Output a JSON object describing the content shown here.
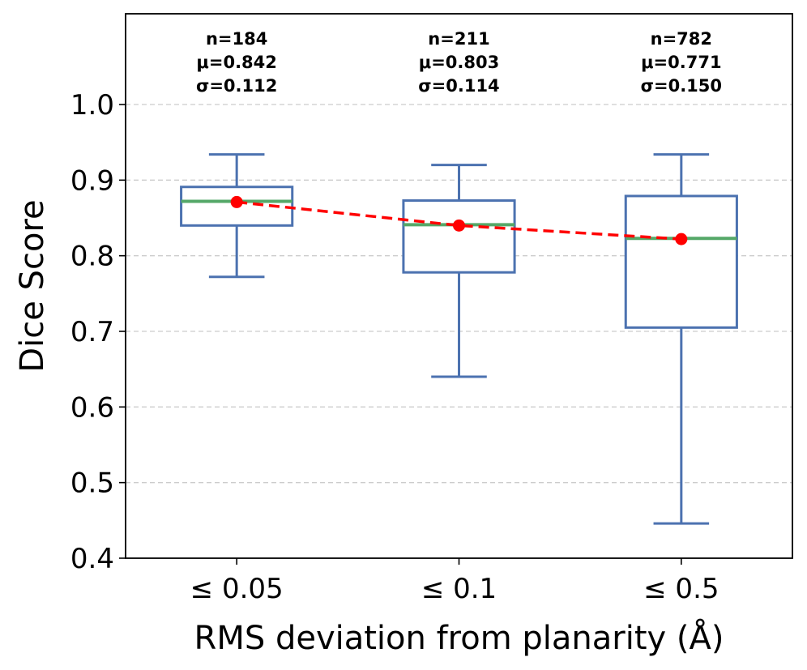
{
  "chart_data": {
    "type": "box",
    "title": "",
    "xlabel": "RMS deviation from planarity (Å)",
    "ylabel": "Dice Score",
    "ylim": [
      0.4,
      1.12
    ],
    "yticks": [
      0.4,
      0.5,
      0.6,
      0.7,
      0.8,
      0.9,
      1.0
    ],
    "ytick_labels": [
      "0.4",
      "0.5",
      "0.6",
      "0.7",
      "0.8",
      "0.9",
      "1.0"
    ],
    "grid": "horizontal dashed",
    "categories": [
      "≤ 0.05",
      "≤ 0.1",
      "≤ 0.5"
    ],
    "boxes": [
      {
        "whisker_low": 0.772,
        "q1": 0.84,
        "median": 0.872,
        "q3": 0.891,
        "whisker_high": 0.934,
        "marker": 0.871
      },
      {
        "whisker_low": 0.64,
        "q1": 0.778,
        "median": 0.841,
        "q3": 0.873,
        "whisker_high": 0.92,
        "marker": 0.84
      },
      {
        "whisker_low": 0.446,
        "q1": 0.705,
        "median": 0.823,
        "q3": 0.879,
        "whisker_high": 0.934,
        "marker": 0.822
      }
    ],
    "annotations": [
      {
        "n": "n=184",
        "mu": "μ=0.842",
        "sigma": "σ=0.112"
      },
      {
        "n": "n=211",
        "mu": "μ=0.803",
        "sigma": "σ=0.114"
      },
      {
        "n": "n=782",
        "mu": "μ=0.771",
        "sigma": "σ=0.150"
      }
    ],
    "colors": {
      "box": "#4c72b0",
      "median": "#55a868",
      "marker": "#ff0000",
      "trend": "#ff0000",
      "grid": "#cccccc"
    }
  }
}
